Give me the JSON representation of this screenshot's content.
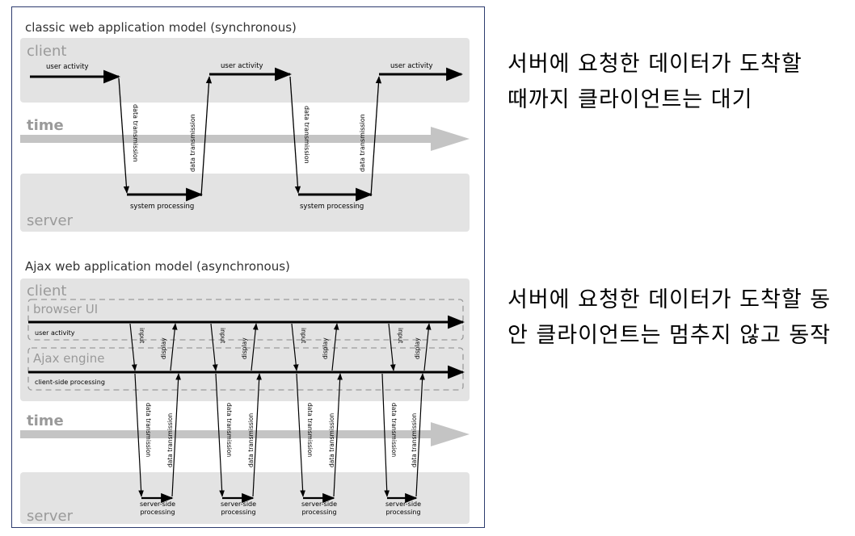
{
  "classic": {
    "title": "classic web application model (synchronous)",
    "client": "client",
    "time": "time",
    "server": "server",
    "user_activity": "user activity",
    "data_transmission": "data transmission",
    "system_processing": "system processing"
  },
  "ajax": {
    "title": "Ajax web application model (asynchronous)",
    "client": "client",
    "browser_ui": "browser UI",
    "user_activity": "user activity",
    "ajax_engine": "Ajax engine",
    "client_side_processing": "client-side processing",
    "time": "time",
    "server": "server",
    "input": "input",
    "display": "display",
    "data_transmission": "data transmission",
    "server_side_line1": "server-side",
    "server_side_line2": "processing"
  },
  "notes": {
    "sync": "서버에 요청한 데이터가 도착할 때까지 클라이언트는 대기",
    "async": "서버에 요청한 데이터가 도착할 동안 클라이언트는 멈추지 않고 동작"
  },
  "colors": {
    "band": "#e3e3e3",
    "time_arrow": "#c4c4c4",
    "label_gray": "#9a9a9a",
    "frame": "#2d3b6e"
  }
}
